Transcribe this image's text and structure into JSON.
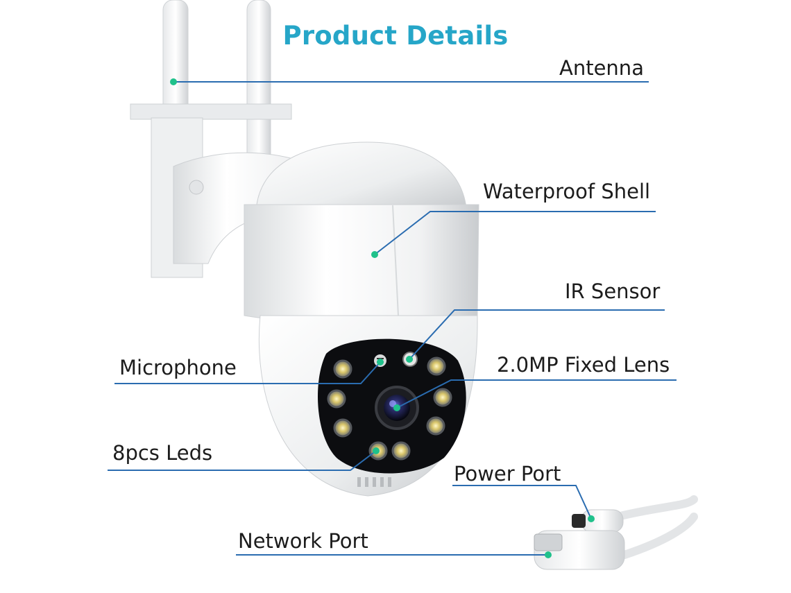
{
  "title": "Product Details",
  "accent_color": "#26a6c8",
  "line_color": "#2a6cb0",
  "dot_color": "#1fc18b",
  "labels": {
    "antenna": "Antenna",
    "waterproof_shell": "Waterproof Shell",
    "ir_sensor": "IR Sensor",
    "microphone": "Microphone",
    "lens": "2.0MP Fixed Lens",
    "leds": "8pcs Leds",
    "power_port": "Power Port",
    "network_port": "Network Port"
  }
}
